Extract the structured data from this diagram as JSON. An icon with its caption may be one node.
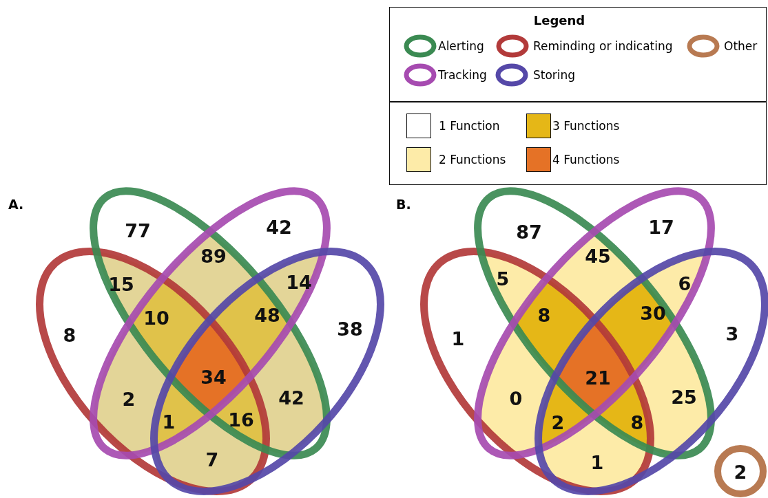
{
  "diagram": {
    "nodes": [
      {
        "text": [
          "2"
        ]
      }
    ],
    "labels": [
      "Legend",
      "A.",
      "77",
      "42",
      "89",
      "15",
      "14",
      "10",
      "48",
      "8",
      "38",
      "34",
      "2",
      "42",
      "1",
      "16",
      "7",
      "B.",
      "87",
      "17",
      "45",
      "5",
      "6",
      "8",
      "30",
      "1",
      "3",
      "21",
      "0",
      "25",
      "2",
      "8",
      "1"
    ],
    "legend": [
      {
        "text": "Alerting",
        "color": "#3b8a52"
      },
      {
        "text": "Reminding or indicating",
        "color": "#b23a3a"
      },
      {
        "text": "Other",
        "color": "#b87a52"
      },
      {
        "text": "Tracking",
        "color": "#a64bb0"
      },
      {
        "text": "Storing",
        "color": "#5548a8"
      },
      {
        "text": "1 Function",
        "color": "#ffffff"
      },
      {
        "text": "3 Functions",
        "color": "#e5b717"
      },
      {
        "text": "2 Functions",
        "color": "#fdeba8"
      },
      {
        "text": "4 Functions",
        "color": "#e57226"
      }
    ]
  }
}
